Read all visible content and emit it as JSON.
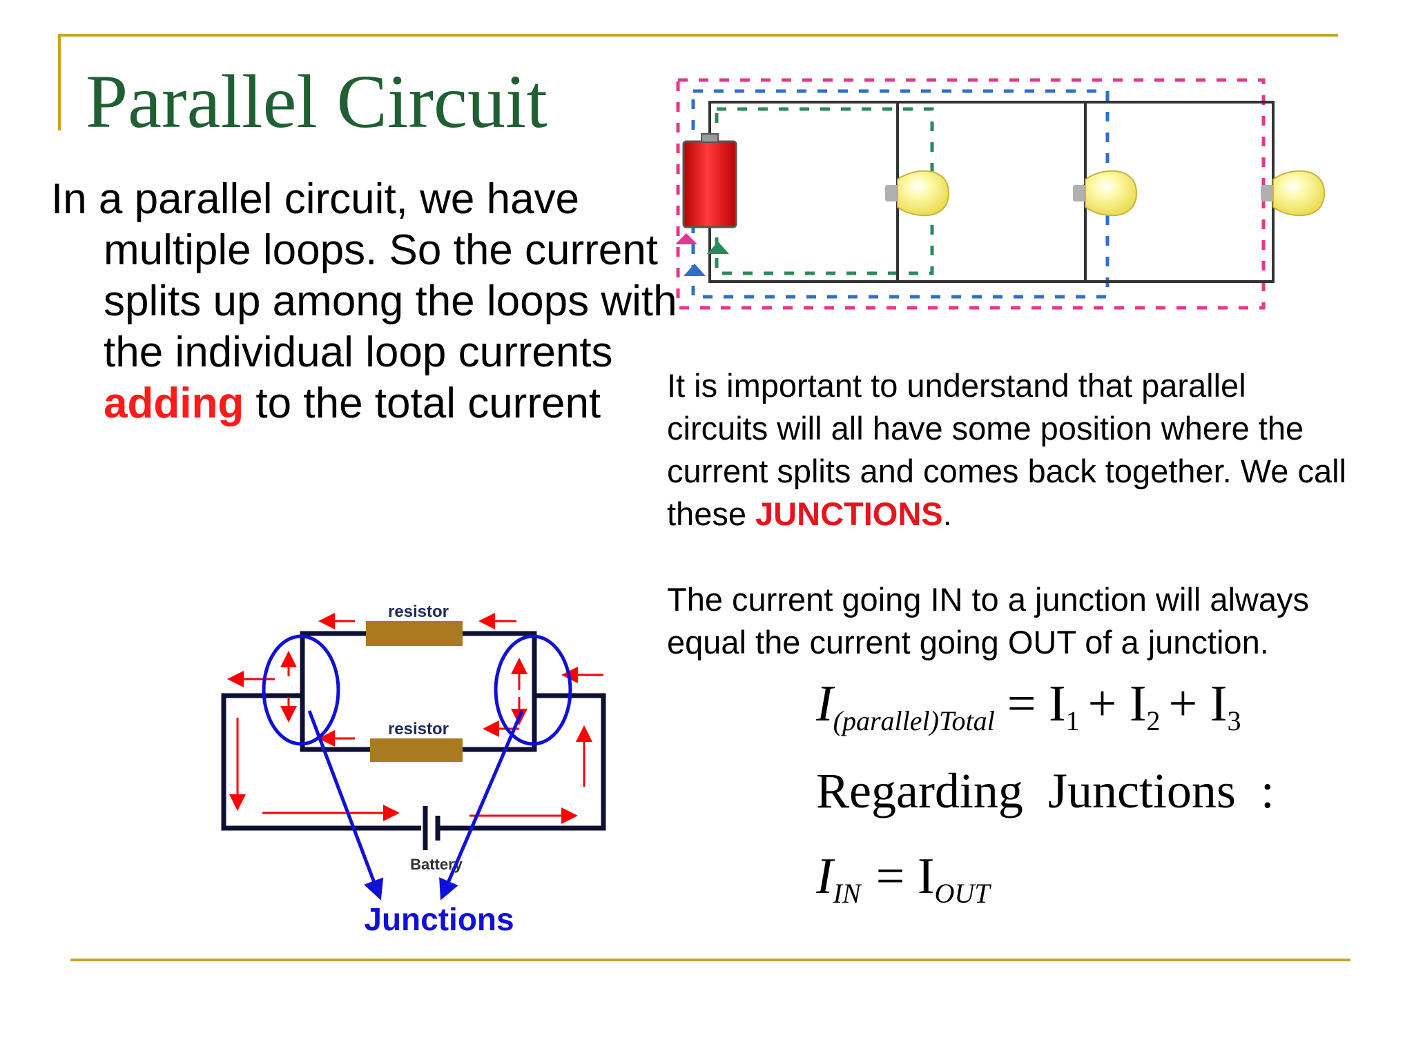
{
  "slide": {
    "title": "Parallel Circuit",
    "intro": {
      "before": "In a parallel circuit, we have multiple loops. So the current splits up among the loops with the individual loop currents ",
      "highlight": "adding",
      "after": " to the total current"
    },
    "note": {
      "p1_before": "It is important to understand that parallel circuits will all have some position where the current splits and comes back together. We call these ",
      "p1_highlight": "JUNCTIONS",
      "p1_after": ".",
      "p2": "The current going IN to a junction will always equal the current going OUT of a junction."
    },
    "diagram": {
      "resistor_top_label": "resistor",
      "resistor_bottom_label": "resistor",
      "battery_label": "Battery",
      "junctions_label": "Junctions"
    },
    "equations": {
      "total_symbol": "I",
      "total_subscript": "(parallel)Total",
      "total_rhs_1": "= I",
      "sub_1": "1",
      "plus_1": "+ I",
      "sub_2": "2",
      "plus_2": "+ I",
      "sub_3": "3",
      "regarding": "Regarding  Junctions  :",
      "in_symbol": "I",
      "in_subscript": "IN",
      "out_rhs": "= I",
      "out_subscript": "OUT"
    }
  },
  "colors": {
    "rule": "#c9a227",
    "title": "#1f5f33",
    "accent": "#ff1a1a",
    "junction": "#1010d8",
    "arrow": "#ff0000",
    "resistor": "#a97a1f",
    "loop_pink": "#e6368f",
    "loop_blue": "#2f6fc9",
    "loop_green": "#2a8a5a"
  }
}
